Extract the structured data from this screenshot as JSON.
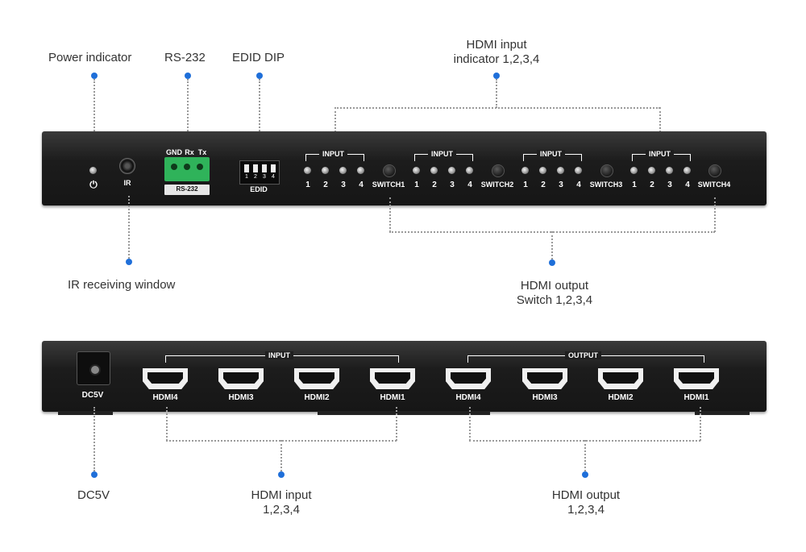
{
  "callouts": {
    "power_indicator": "Power indicator",
    "rs232": "RS-232",
    "edid_dip": "EDID DIP",
    "hdmi_input_indicator_line1": "HDMI input",
    "hdmi_input_indicator_line2": "indicator 1,2,3,4",
    "ir_window": "IR receiving window",
    "hdmi_output_switch_line1": "HDMI output",
    "hdmi_output_switch_line2": "Switch 1,2,3,4",
    "dc5v": "DC5V",
    "hdmi_input_line1": "HDMI input",
    "hdmi_input_line2": "1,2,3,4",
    "hdmi_output_line1": "HDMI output",
    "hdmi_output_line2": "1,2,3,4"
  },
  "front_panel": {
    "power_symbol": "⏻",
    "ir_label": "IR",
    "terminal_labels": [
      "GND",
      "Rx",
      "Tx"
    ],
    "terminal_name": "RS-232",
    "edid_label": "EDID",
    "dip_numbers": [
      "1",
      "2",
      "3",
      "4"
    ],
    "input_label": "INPUT",
    "led_numbers": [
      "1",
      "2",
      "3",
      "4"
    ],
    "switch_labels": [
      "SWITCH1",
      "SWITCH2",
      "SWITCH3",
      "SWITCH4"
    ]
  },
  "rear_panel": {
    "dc_label": "DC5V",
    "input_group_label": "INPUT",
    "output_group_label": "OUTPUT",
    "input_ports": [
      "HDMI4",
      "HDMI3",
      "HDMI2",
      "HDMI1"
    ],
    "output_ports": [
      "HDMI4",
      "HDMI3",
      "HDMI2",
      "HDMI1"
    ]
  },
  "colors": {
    "callout_dot": "#1f6fd9",
    "terminal_green": "#2fb35a",
    "panel_body": "#1c1c1c"
  }
}
